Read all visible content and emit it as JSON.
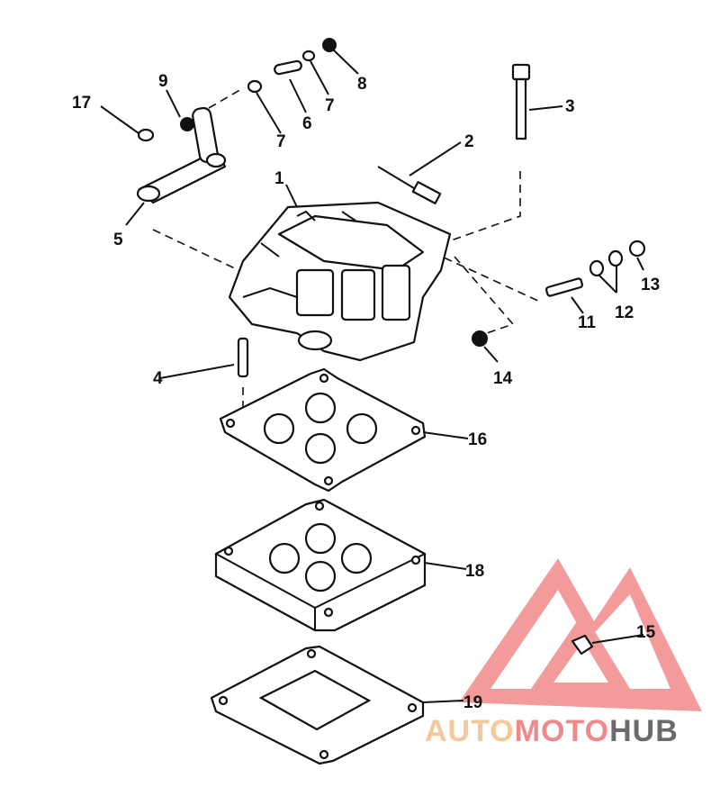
{
  "callouts": {
    "c1": "1",
    "c2": "2",
    "c3": "3",
    "c4": "4",
    "c5": "5",
    "c6": "6",
    "c7a": "7",
    "c7b": "7",
    "c8": "8",
    "c9": "9",
    "c11": "11",
    "c12": "12",
    "c13": "13",
    "c14": "14",
    "c15": "15",
    "c16": "16",
    "c17": "17",
    "c18": "18",
    "c19": "19"
  },
  "watermark": {
    "part1": "AUTO",
    "part2": "MOTO",
    "part3": "HUB",
    "color_auto": "#f5c89a",
    "color_moto": "#f08a8a",
    "color_hub": "#6b6b6b",
    "logo_color": "#f07a7a"
  }
}
